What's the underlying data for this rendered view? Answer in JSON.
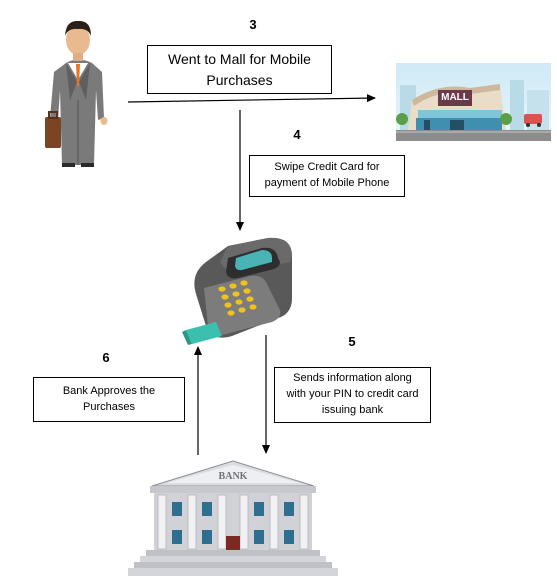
{
  "steps": [
    {
      "number": "3",
      "text": "Went to Mall for Mobile\nPurchases"
    },
    {
      "number": "4",
      "text": "Swipe Credit Card for\npayment of Mobile Phone"
    },
    {
      "number": "5",
      "text": "Sends information along\nwith your PIN to credit card\nissuing bank"
    },
    {
      "number": "6",
      "text": "Bank Approves the\nPurchases"
    }
  ],
  "mall_sign": "MALL",
  "bank_sign": "BANK",
  "icons": [
    "businessman-icon",
    "mall-icon",
    "card-terminal-icon",
    "bank-icon"
  ]
}
